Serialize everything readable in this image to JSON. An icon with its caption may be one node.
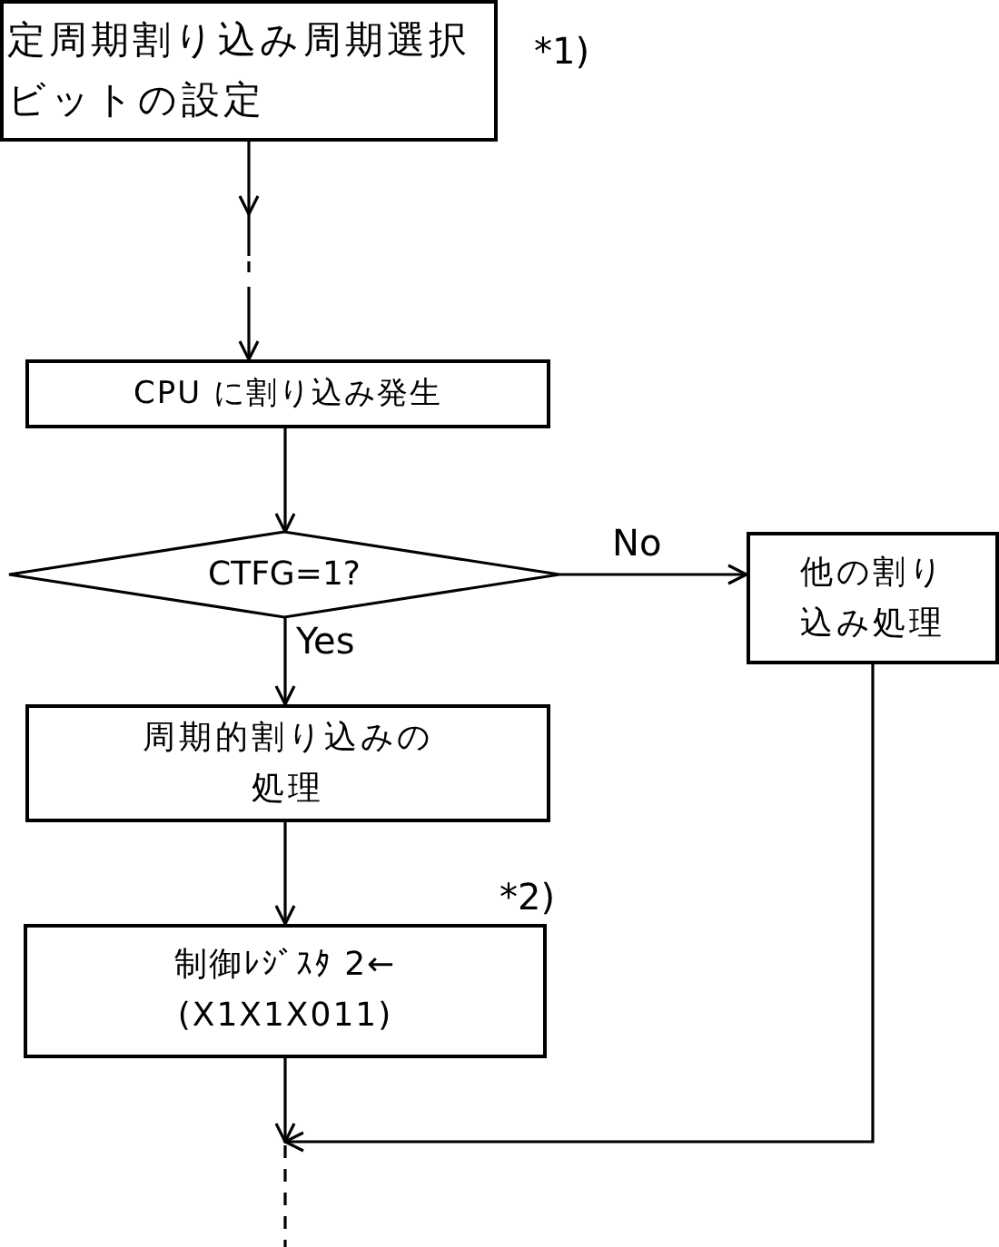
{
  "diagram": {
    "nodes": [
      {
        "text": [
          "定周期割り込み周期選択ビットの設定"
        ],
        "beside": [
          "*1)"
        ]
      },
      {
        "text": [
          "CPU に割り込み発生"
        ]
      },
      {
        "text": [
          "CTFG=1?"
        ]
      },
      {
        "text": [
          "他の割り込み処理"
        ]
      },
      {
        "text": [
          "周期的割り込みの処理"
        ]
      },
      {
        "text": [
          "制御ﾚｼﾞｽﾀ 2← (X1X1X011)"
        ],
        "beside": [
          "*2)"
        ]
      }
    ],
    "edges": [
      {
        "from": 0,
        "to": 1,
        "arrow": "to",
        "style": "dashed"
      },
      {
        "from": 1,
        "to": 2,
        "arrow": "to"
      },
      {
        "from": 2,
        "to": 3,
        "arrow": "to",
        "label": "No"
      },
      {
        "from": 2,
        "to": 4,
        "arrow": "to",
        "label": "Yes"
      },
      {
        "from": 4,
        "to": 5,
        "arrow": "to"
      },
      {
        "from": 5,
        "to": null,
        "arrow": "to"
      },
      {
        "from": 3,
        "to": null,
        "arrow": "to"
      }
    ]
  }
}
